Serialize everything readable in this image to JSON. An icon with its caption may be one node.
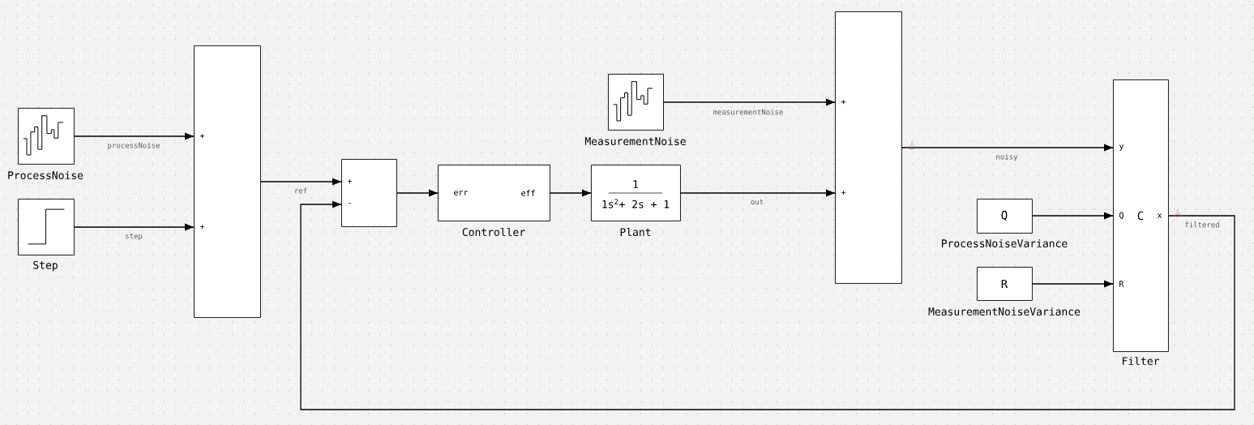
{
  "diagram": {
    "nodes": [
      {
        "text": [],
        "shape": "picture",
        "beside": [
          "ProcessNoise"
        ]
      },
      {
        "text": [],
        "shape": "picture",
        "beside": [
          "Step"
        ]
      },
      {
        "text": [
          "+",
          "+"
        ]
      },
      {
        "text": [
          "+",
          "-"
        ]
      },
      {
        "text": [
          "err",
          "eff"
        ],
        "beside": [
          "Controller"
        ]
      },
      {
        "text": [
          "1",
          "1s$^{2}$+ 2s + 1"
        ],
        "beside": [
          "Plant"
        ]
      },
      {
        "text": [],
        "shape": "picture",
        "beside": [
          "MeasurementNoise"
        ]
      },
      {
        "text": [
          "+",
          "+"
        ]
      },
      {
        "text": [
          "Q"
        ],
        "beside": [
          "ProcessNoiseVariance"
        ]
      },
      {
        "text": [
          "R"
        ],
        "beside": [
          "MeasurementNoiseVariance"
        ]
      },
      {
        "text": [
          "y",
          "Q",
          "C",
          "x",
          "R"
        ],
        "beside": [
          "Filter"
        ]
      }
    ],
    "edges": [
      {
        "from": 0,
        "to": 2,
        "arrow": "to",
        "label": "processNoise"
      },
      {
        "from": 1,
        "to": 2,
        "arrow": "to",
        "label": "step"
      },
      {
        "from": 2,
        "to": 3,
        "arrow": "to",
        "label": "ref"
      },
      {
        "from": 3,
        "to": 4,
        "arrow": "to"
      },
      {
        "from": 4,
        "to": 5,
        "arrow": "to"
      },
      {
        "from": 6,
        "to": 7,
        "arrow": "to",
        "label": "measurementNoise"
      },
      {
        "from": 5,
        "to": 7,
        "arrow": "to",
        "label": "out"
      },
      {
        "from": 7,
        "to": 10,
        "arrow": "to",
        "label": "noisy"
      },
      {
        "from": 8,
        "to": 10,
        "arrow": "to"
      },
      {
        "from": 9,
        "to": 10,
        "arrow": "to"
      },
      {
        "from": 10,
        "to": 3,
        "arrow": "to",
        "label": "filtered"
      }
    ]
  }
}
